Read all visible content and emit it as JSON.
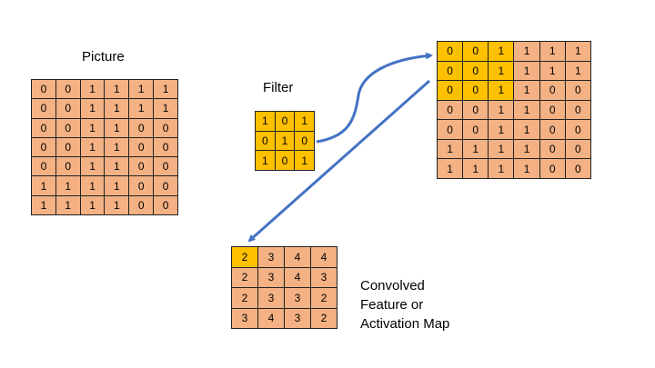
{
  "labels": {
    "picture": "Picture",
    "filter": "Filter",
    "convolved_line1": "Convolved",
    "convolved_line2": "Feature or",
    "convolved_line3": "Activation Map"
  },
  "colors": {
    "cell": "#F4B183",
    "highlight": "#FFC000",
    "arrow": "#4472C4"
  },
  "picture": [
    [
      "0",
      "0",
      "1",
      "1",
      "1",
      "1"
    ],
    [
      "0",
      "0",
      "1",
      "1",
      "1",
      "1"
    ],
    [
      "0",
      "0",
      "1",
      "1",
      "0",
      "0"
    ],
    [
      "0",
      "0",
      "1",
      "1",
      "0",
      "0"
    ],
    [
      "0",
      "0",
      "1",
      "1",
      "0",
      "0"
    ],
    [
      "1",
      "1",
      "1",
      "1",
      "0",
      "0"
    ],
    [
      "1",
      "1",
      "1",
      "1",
      "0",
      "0"
    ]
  ],
  "filter": [
    [
      "1",
      "0",
      "1"
    ],
    [
      "0",
      "1",
      "0"
    ],
    [
      "1",
      "0",
      "1"
    ]
  ],
  "picture_overlay": [
    [
      "0",
      "0",
      "1",
      "1",
      "1",
      "1"
    ],
    [
      "0",
      "0",
      "1",
      "1",
      "1",
      "1"
    ],
    [
      "0",
      "0",
      "1",
      "1",
      "0",
      "0"
    ],
    [
      "0",
      "0",
      "1",
      "1",
      "0",
      "0"
    ],
    [
      "0",
      "0",
      "1",
      "1",
      "0",
      "0"
    ],
    [
      "1",
      "1",
      "1",
      "1",
      "0",
      "0"
    ],
    [
      "1",
      "1",
      "1",
      "1",
      "0",
      "0"
    ]
  ],
  "overlay_highlight": {
    "rows": 3,
    "cols": 3
  },
  "convolved": [
    [
      "2",
      "3",
      "4",
      "4"
    ],
    [
      "2",
      "3",
      "4",
      "3"
    ],
    [
      "2",
      "3",
      "3",
      "2"
    ],
    [
      "3",
      "4",
      "3",
      "2"
    ]
  ],
  "convolved_highlight": {
    "rows": 1,
    "cols": 1
  }
}
